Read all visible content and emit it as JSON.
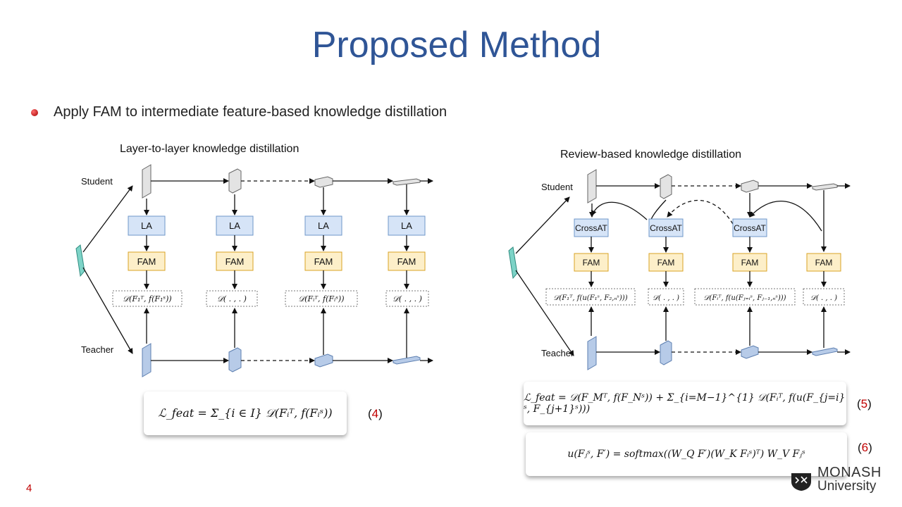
{
  "slide": {
    "title": "Proposed Method",
    "bullet": "Apply FAM to intermediate feature-based knowledge distillation",
    "page_number": "4"
  },
  "left_diagram": {
    "title": "Layer-to-layer knowledge distillation",
    "student_label": "Student",
    "teacher_label": "Teacher",
    "la_label": "LA",
    "fam_label": "FAM",
    "distances": [
      "𝒟(F₁ᵀ, f(F₁ˢ))",
      "𝒟( . , . )",
      "𝒟(Fᵢᵀ, f(Fᵢˢ))",
      "𝒟( . , . )"
    ]
  },
  "right_diagram": {
    "title": "Review-based knowledge distillation",
    "student_label": "Student",
    "teacher_label": "Teacher",
    "crossat_label": "CrossAT",
    "fam_label": "FAM",
    "distances": [
      "𝒟(F₁ᵀ, f(u(F₁ˢ, F₂,ₙˢ)))",
      "𝒟( . , . )",
      "𝒟(Fᵢᵀ, f(u(Fⱼ₌ᵢˢ, Fⱼ₋₁,ₙˢ)))",
      "𝒟( . , . )"
    ]
  },
  "equations": {
    "eq4": "ℒ_feat = Σ_{i ∈ I} 𝒟(Fᵢᵀ, f(Fᵢˢ))",
    "eq4_num": "4",
    "eq5": "ℒ_feat = 𝒟(F_Mᵀ, f(F_Nˢ)) + Σ_{i=M−1}^{1} 𝒟(Fᵢᵀ, f(u(F_{j=i}ˢ, F_{j+1}ˢ)))",
    "eq5_num": "5",
    "eq6": "u(Fⱼˢ, F′) = softmax((W_Q F′)(W_K Fᵢˢ)ᵀ) W_V Fⱼˢ",
    "eq6_num": "6"
  },
  "logo": {
    "line1": "MONASH",
    "line2": "University"
  },
  "colors": {
    "title": "#2f5596",
    "la_fill": "#d6e4f7",
    "la_stroke": "#6f97c9",
    "fam_fill": "#fdefc9",
    "fam_stroke": "#d9a324",
    "student_block": "#e3e3e3",
    "teacher_block": "#b7cbe8",
    "input_block": "#7dd3c7",
    "accent_red": "#c00000"
  }
}
